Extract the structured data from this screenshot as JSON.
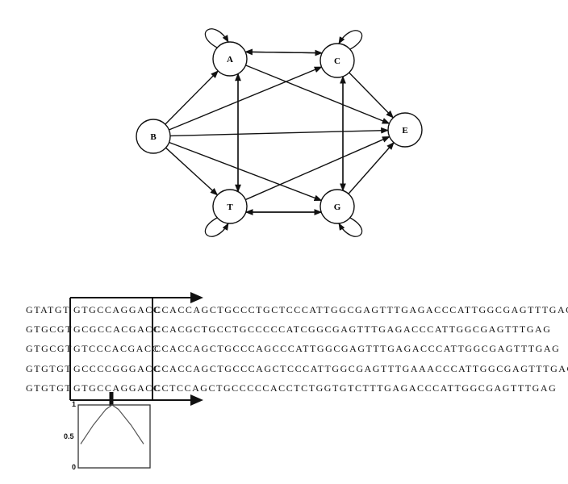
{
  "graph": {
    "nodes": [
      "A",
      "C",
      "B",
      "E",
      "T",
      "G"
    ],
    "edges": [
      [
        "A",
        "C"
      ],
      [
        "C",
        "A"
      ],
      [
        "A",
        "E"
      ],
      [
        "C",
        "E"
      ],
      [
        "A",
        "T"
      ],
      [
        "T",
        "A"
      ],
      [
        "C",
        "G"
      ],
      [
        "G",
        "C"
      ],
      [
        "B",
        "A"
      ],
      [
        "B",
        "C"
      ],
      [
        "B",
        "E"
      ],
      [
        "B",
        "T"
      ],
      [
        "B",
        "G"
      ],
      [
        "T",
        "E"
      ],
      [
        "G",
        "E"
      ],
      [
        "G",
        "T"
      ],
      [
        "T",
        "G"
      ]
    ],
    "self_loops": [
      "A",
      "C",
      "T",
      "G"
    ],
    "stroke_color": "#111111"
  },
  "sequences": [
    {
      "prefix": "GTATGT",
      "window": "GTGCCAGGACC",
      "suffix": "CCACCAGCTGCCCTGCTCCCATTGGCGAGTTTGAGACCCATTGGCGAGTTTGAG"
    },
    {
      "prefix": "GTGCGT",
      "window": "GCGCCACGACC",
      "suffix": "CCACGCTGCCTGCCCCCATCGGCGAGTTTGAGACCCATTGGCGAGTTTGAG"
    },
    {
      "prefix": "GTGCGT",
      "window": "GTCCCACGACC",
      "suffix": "CCACCAGCTGCCCAGCCCATTGGCGAGTTTGAGACCCATTGGCGAGTTTGAG"
    },
    {
      "prefix": "GTGTGT",
      "window": "GCCCCGGGACC",
      "suffix": "CCACCAGCTGCCCAGCTCCCATTGGCGAGTTTGAAACCCATTGGCGAGTTTGAG"
    },
    {
      "prefix": "GTGTGT",
      "window": "GTGCCAGGACC",
      "suffix": "CCTCCAGCTGCCCCCACCTCTGGTGTCTTTGAGACCCATTGGCGAGTTTGAG"
    }
  ],
  "inset_plot": {
    "y_ticks": [
      "1",
      "0.5",
      "0"
    ],
    "ylim": [
      0,
      1
    ],
    "curve": [
      [
        0,
        0.38
      ],
      [
        0.2,
        0.68
      ],
      [
        0.4,
        0.93
      ],
      [
        0.5,
        1.0
      ],
      [
        0.6,
        0.93
      ],
      [
        0.8,
        0.68
      ],
      [
        1,
        0.38
      ]
    ]
  }
}
